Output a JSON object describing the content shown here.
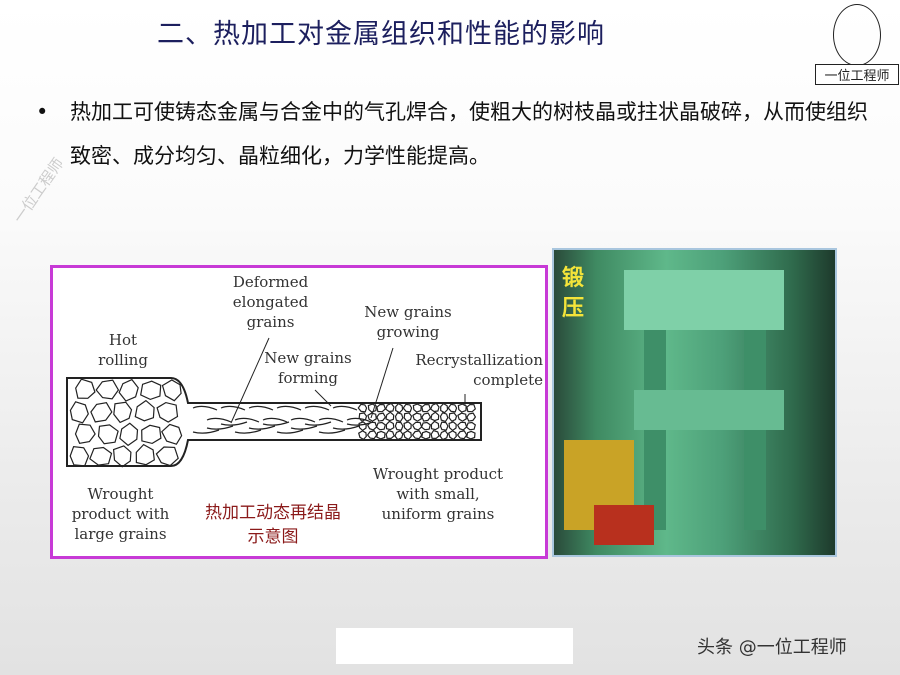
{
  "slide": {
    "title": "二、热加工对金属组织和性能的影响",
    "watermark": "一位工程师",
    "logo_label": "一位工程师",
    "bullet": "热加工可使铸态金属与合金中的气孔焊合，使粗大的树枝晶或拄状晶破碎，从而使组织致密、成分均匀、晶粒细化，力学性能提高。"
  },
  "diagram": {
    "border_color": "#c73ad6",
    "labels": {
      "hot_rolling": "Hot rolling",
      "deformed": "Deformed elongated grains",
      "new_forming": "New grains forming",
      "new_growing": "New grains growing",
      "recryst": "Recrystallization complete",
      "large": "Wrought product with large grains",
      "small": "Wrought product with small, uniform grains"
    },
    "caption": "热加工动态再结晶示意图"
  },
  "photo": {
    "caption": "锻压"
  },
  "credit": "头条 @一位工程师"
}
